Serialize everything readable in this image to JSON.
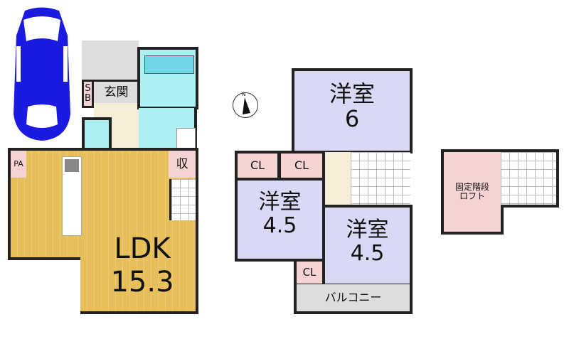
{
  "floor1": {
    "entrance": "玄関",
    "shoe_box": "S\nB",
    "storage": "収",
    "pantry": "PA",
    "ldk_label": "LDK",
    "ldk_size": "15.3"
  },
  "floor2": {
    "room_north": {
      "label": "洋室",
      "size": "6"
    },
    "room_west": {
      "label": "洋室",
      "size": "4.5"
    },
    "room_south": {
      "label": "洋室",
      "size": "4.5"
    },
    "closets": [
      "CL",
      "CL",
      "CL"
    ],
    "balcony": "バルコニー",
    "compass": "N"
  },
  "loft": {
    "label": "固定階段\nロフト"
  },
  "colors": {
    "car": "#1a1ae0",
    "ldk": "#e6bf5a",
    "room": "#d9d9f5",
    "closet": "#f6d3d3",
    "wet": "#aeeff4"
  }
}
